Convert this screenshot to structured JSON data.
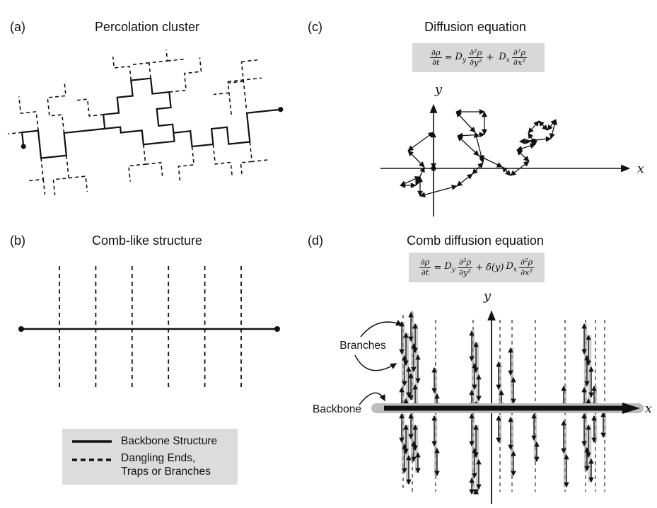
{
  "figure": {
    "panel_a": {
      "label": "(a)",
      "title": "Percolation cluster"
    },
    "panel_b": {
      "label": "(b)",
      "title": "Comb-like structure",
      "legend": {
        "solid_label": "Backbone Structure",
        "dashed_label_line1": "Dangling Ends,",
        "dashed_label_line2": "Traps or Branches"
      }
    },
    "panel_c": {
      "label": "(c)",
      "title": "Diffusion equation",
      "axis_x": "x",
      "axis_y": "y",
      "equation": {
        "lhs_num": "∂ρ",
        "lhs_den": "∂t",
        "rel": "=",
        "coef1": "D",
        "coef1_sub": "y",
        "frac1_num": "∂²ρ",
        "frac1_den": "∂y²",
        "plus": "+",
        "pre2": "",
        "coef2": "D",
        "coef2_sub": "x",
        "frac2_num": "∂²ρ",
        "frac2_den": "∂x²"
      }
    },
    "panel_d": {
      "label": "(d)",
      "title": "Comb diffusion equation",
      "axis_x": "x",
      "axis_y": "y",
      "branches_label": "Branches",
      "backbone_label": "Backbone",
      "equation": {
        "lhs_num": "∂ρ",
        "lhs_den": "∂t",
        "rel": "=",
        "coef1": "D",
        "coef1_sub": "y",
        "frac1_num": "∂²ρ",
        "frac1_den": "∂y²",
        "plus": "+",
        "pre2": "δ(y)",
        "coef2": "D",
        "coef2_sub": "x",
        "frac2_num": "∂²ρ",
        "frac2_den": "∂x²"
      }
    }
  },
  "colors": {
    "ink": "#111111",
    "equation_box": "#d8d8d8",
    "legend_box": "#dcdcdc",
    "backbone_glow": "#bdbdbd"
  }
}
